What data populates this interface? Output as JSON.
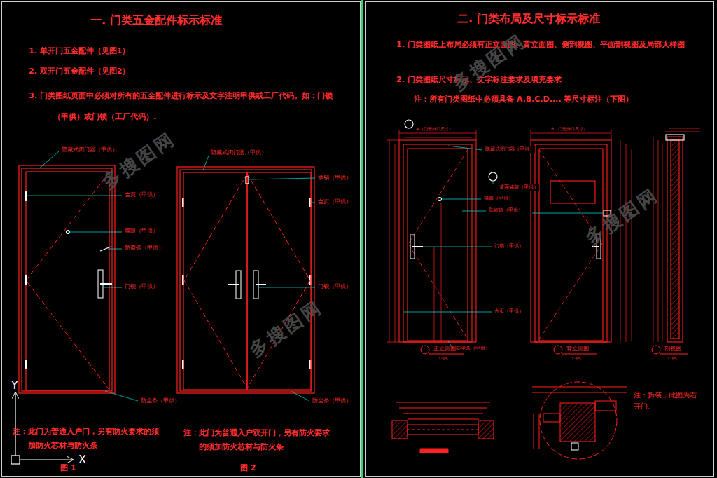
{
  "diagram": {
    "nodes": [
      {
        "text": [
          "一. 门类五金配件标示标准",
          "1. 单开门五金配件（见图1）",
          "2. 双开门五金配件（见图2）",
          "3. 门类图纸页面中必须对所有的五金配件进行标示及文字注明甲供或工厂代码。如：门锁（甲供）或门锁（工厂代码）."
        ]
      },
      {
        "text": [
          "二. 门类布局及尺寸标示标准",
          "1. 门类图纸上布局必须有正立面图、背立面图、侧剖视图、平面剖视图及局部大样图",
          "2. 门类图纸尺寸标示、文字标注要求及填充要求",
          "注：所有门类图纸中必须具备 A.B.C.D.... 等尺寸标注（下图）"
        ]
      }
    ],
    "labels": [
      "隐藏式闭门器（甲供）",
      "合页（甲供）",
      "猫眼（甲供）",
      "防盗链（甲供）",
      "门锁（甲供）",
      "防尘条（甲供）",
      "隐藏式闭门器（甲供）",
      "插销（甲供）",
      "合页（甲供）",
      "门锁（甲供）",
      "防尘条（甲供）",
      "注：此门为普通入户门，另有防火要求的须加防火芯材与防火条",
      "注：此门为普通入户双开门，另有防火要求的须加防火芯材与防火条",
      "图 1",
      "图 2",
      "Y",
      "X",
      "隐藏式闭门器（甲供）",
      "背面铭牌（甲供）",
      "猫眼（甲供）",
      "防盗链（甲供）",
      "门锁（甲供）",
      "合页（甲供）",
      "防尘条（甲供）",
      "A（门套外口尺寸）",
      "B（门套外口尺寸）",
      "正立面图",
      "1:15",
      "背立面图",
      "1:15",
      "剖视图",
      "1:15",
      "注：拆装，此图为右开门。",
      "多搜图网",
      "多搜图网",
      "多搜图网",
      "多搜图网"
    ]
  }
}
